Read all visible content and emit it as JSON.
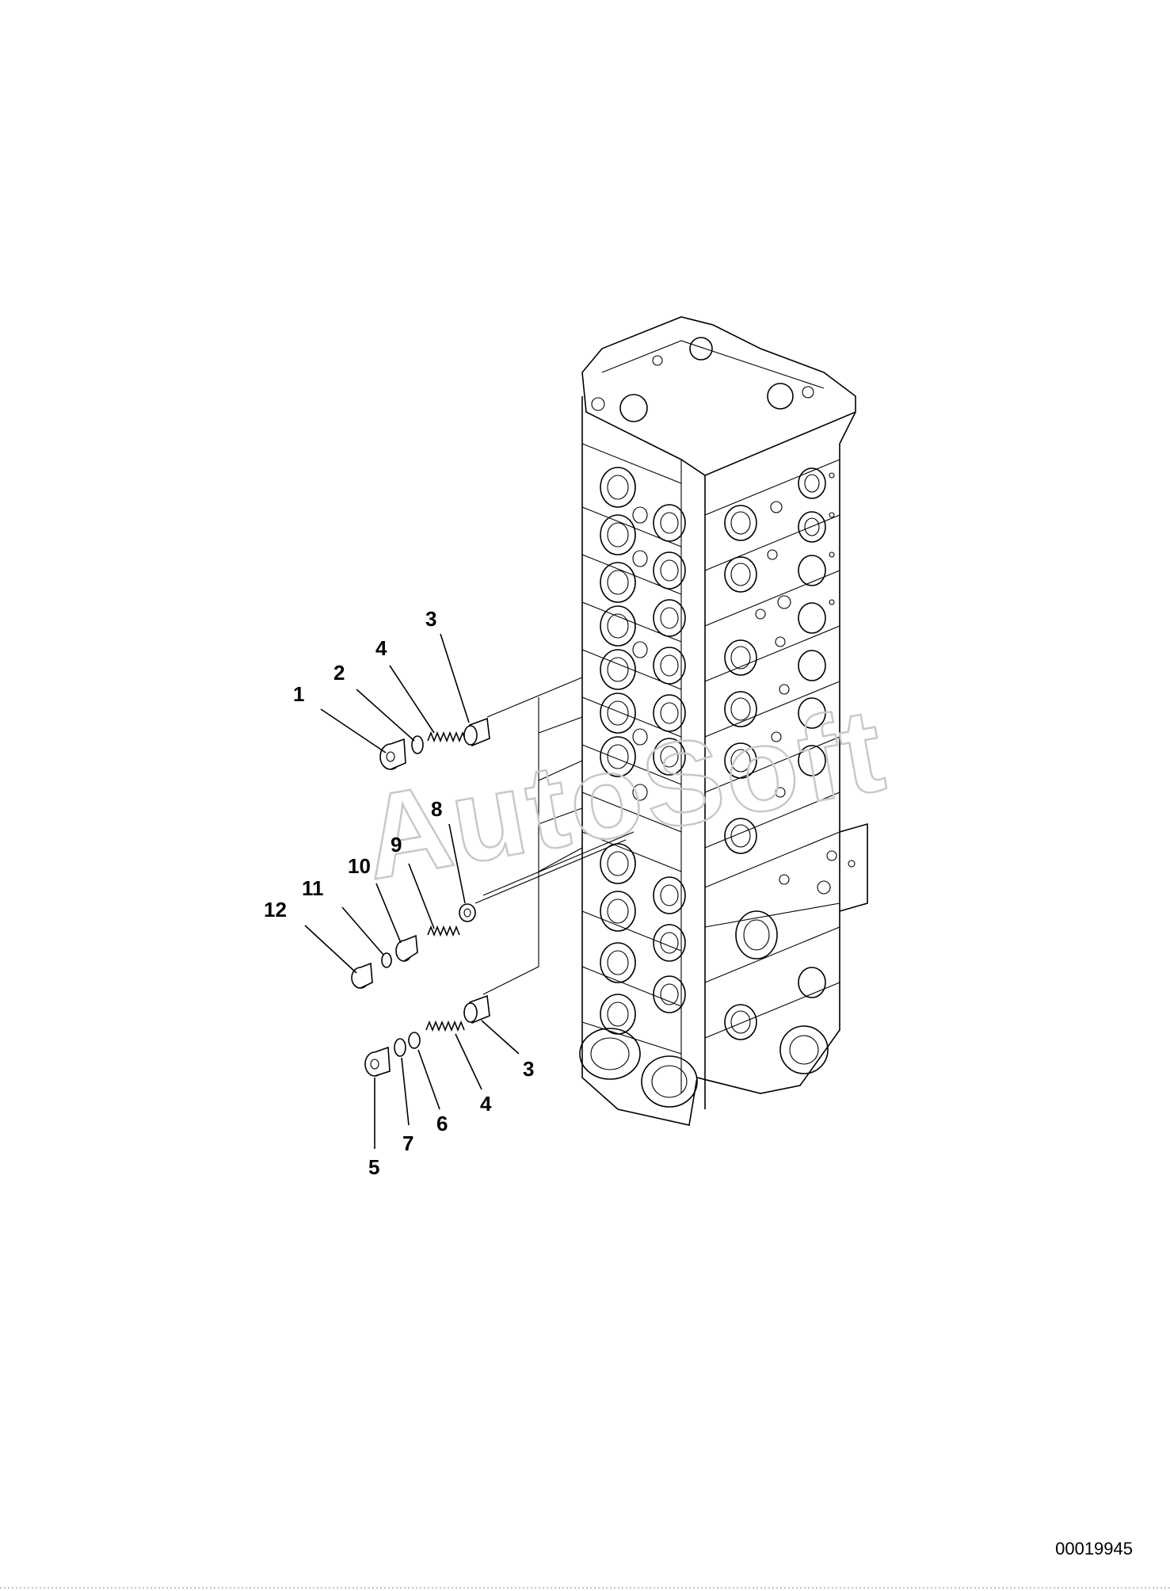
{
  "diagram": {
    "document_number": "00019945",
    "watermark": "AutoSoft",
    "callouts": [
      {
        "id": "c1",
        "label": "1"
      },
      {
        "id": "c2",
        "label": "2"
      },
      {
        "id": "c3a",
        "label": "3"
      },
      {
        "id": "c4a",
        "label": "4"
      },
      {
        "id": "c8",
        "label": "8"
      },
      {
        "id": "c9",
        "label": "9"
      },
      {
        "id": "c10",
        "label": "10"
      },
      {
        "id": "c11",
        "label": "11"
      },
      {
        "id": "c12",
        "label": "12"
      },
      {
        "id": "c3b",
        "label": "3"
      },
      {
        "id": "c4b",
        "label": "4"
      },
      {
        "id": "c6",
        "label": "6"
      },
      {
        "id": "c7",
        "label": "7"
      },
      {
        "id": "c5",
        "label": "5"
      }
    ]
  }
}
